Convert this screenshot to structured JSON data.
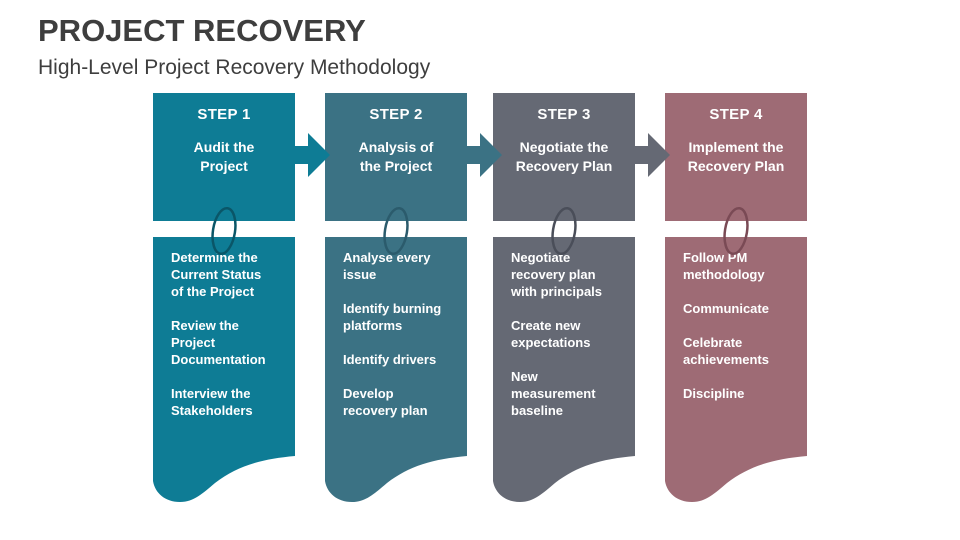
{
  "slide": {
    "title": "PROJECT RECOVERY",
    "subtitle": "High-Level Project Recovery Methodology",
    "background_color": "#FFFFFF",
    "heading_color": "#3E3E3E"
  },
  "steps": [
    {
      "label": "STEP 1",
      "title": "Audit the\nProject",
      "color": "#0E7C95",
      "ring_color": "#0A5668",
      "items": [
        "Determine the\nCurrent Status\nof the Project",
        "Review the\nProject\nDocumentation",
        "Interview the\nStakeholders"
      ]
    },
    {
      "label": "STEP 2",
      "title": "Analysis of\nthe Project",
      "color": "#3B7284",
      "ring_color": "#2B5B6C",
      "items": [
        "Analyse every\nissue",
        "Identify burning\nplatforms",
        "Identify drivers",
        "Develop\nrecovery plan"
      ]
    },
    {
      "label": "STEP 3",
      "title": "Negotiate the\nRecovery Plan",
      "color": "#656974",
      "ring_color": "#4A4E59",
      "items": [
        "Negotiate\nrecovery plan\nwith principals",
        "Create new\nexpectations",
        "New\nmeasurement\nbaseline"
      ]
    },
    {
      "label": "STEP 4",
      "title": "Implement the\nRecovery Plan",
      "color": "#9E6B75",
      "ring_color": "#7A4A55",
      "items": [
        "Follow PM\nmethodology",
        "Communicate",
        "Celebrate\nachievements",
        "Discipline"
      ]
    }
  ]
}
